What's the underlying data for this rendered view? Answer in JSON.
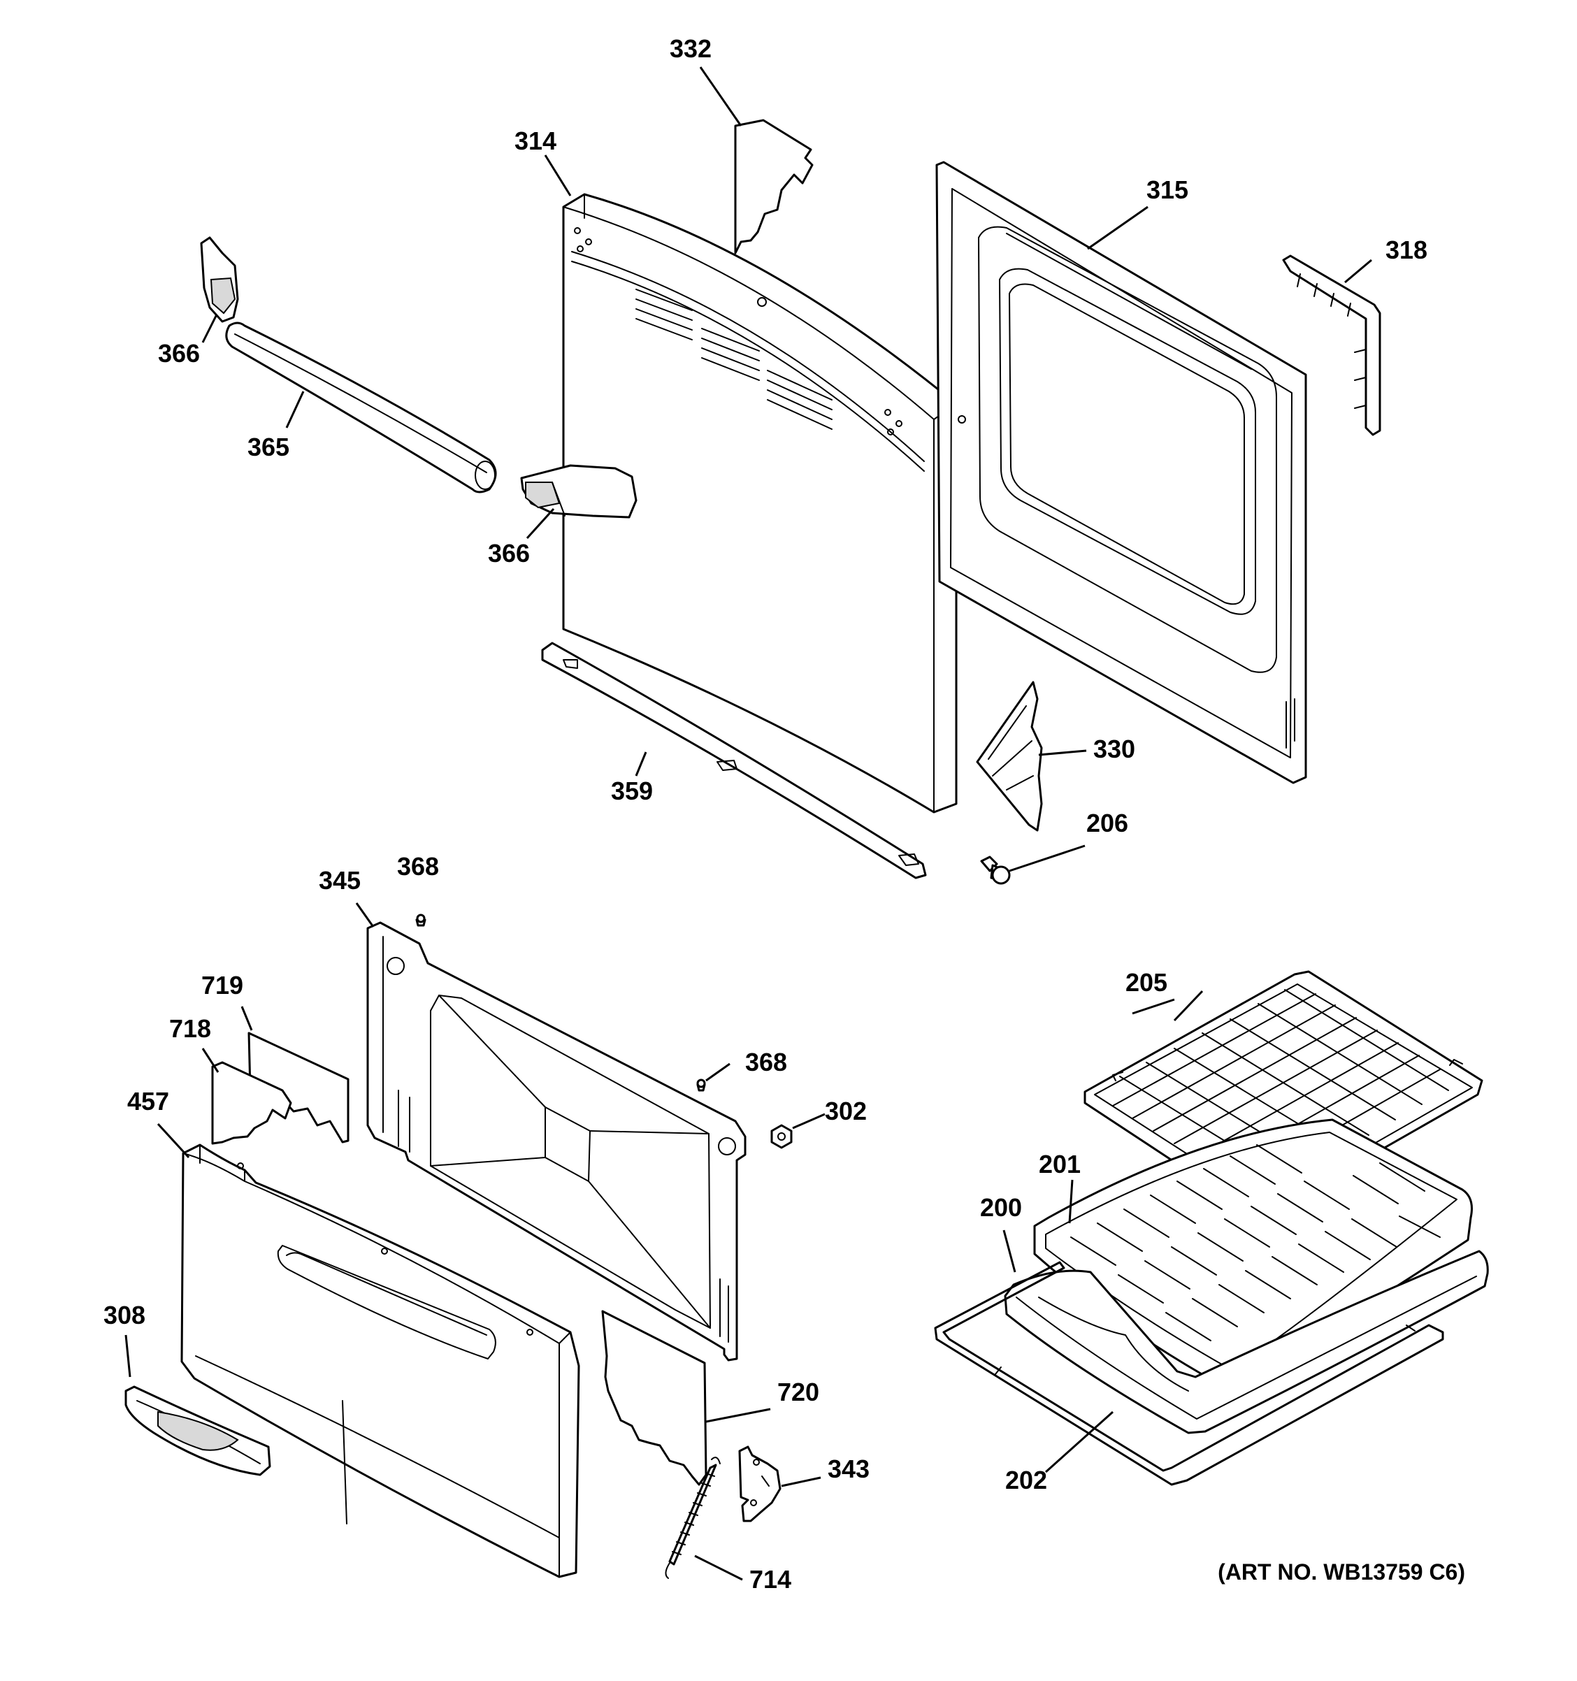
{
  "callouts": {
    "c332": "332",
    "c314": "314",
    "c315": "315",
    "c318": "318",
    "c366a": "366",
    "c365": "365",
    "c366b": "366",
    "c359": "359",
    "c330": "330",
    "c206": "206",
    "c345": "345",
    "c368a": "368",
    "c368b": "368",
    "c302": "302",
    "c719": "719",
    "c718": "718",
    "c457": "457",
    "c308": "308",
    "c205": "205",
    "c201": "201",
    "c200": "200",
    "c202": "202",
    "c720": "720",
    "c343": "343",
    "c714": "714"
  },
  "art_number": "(ART NO. WB13759 C6)"
}
